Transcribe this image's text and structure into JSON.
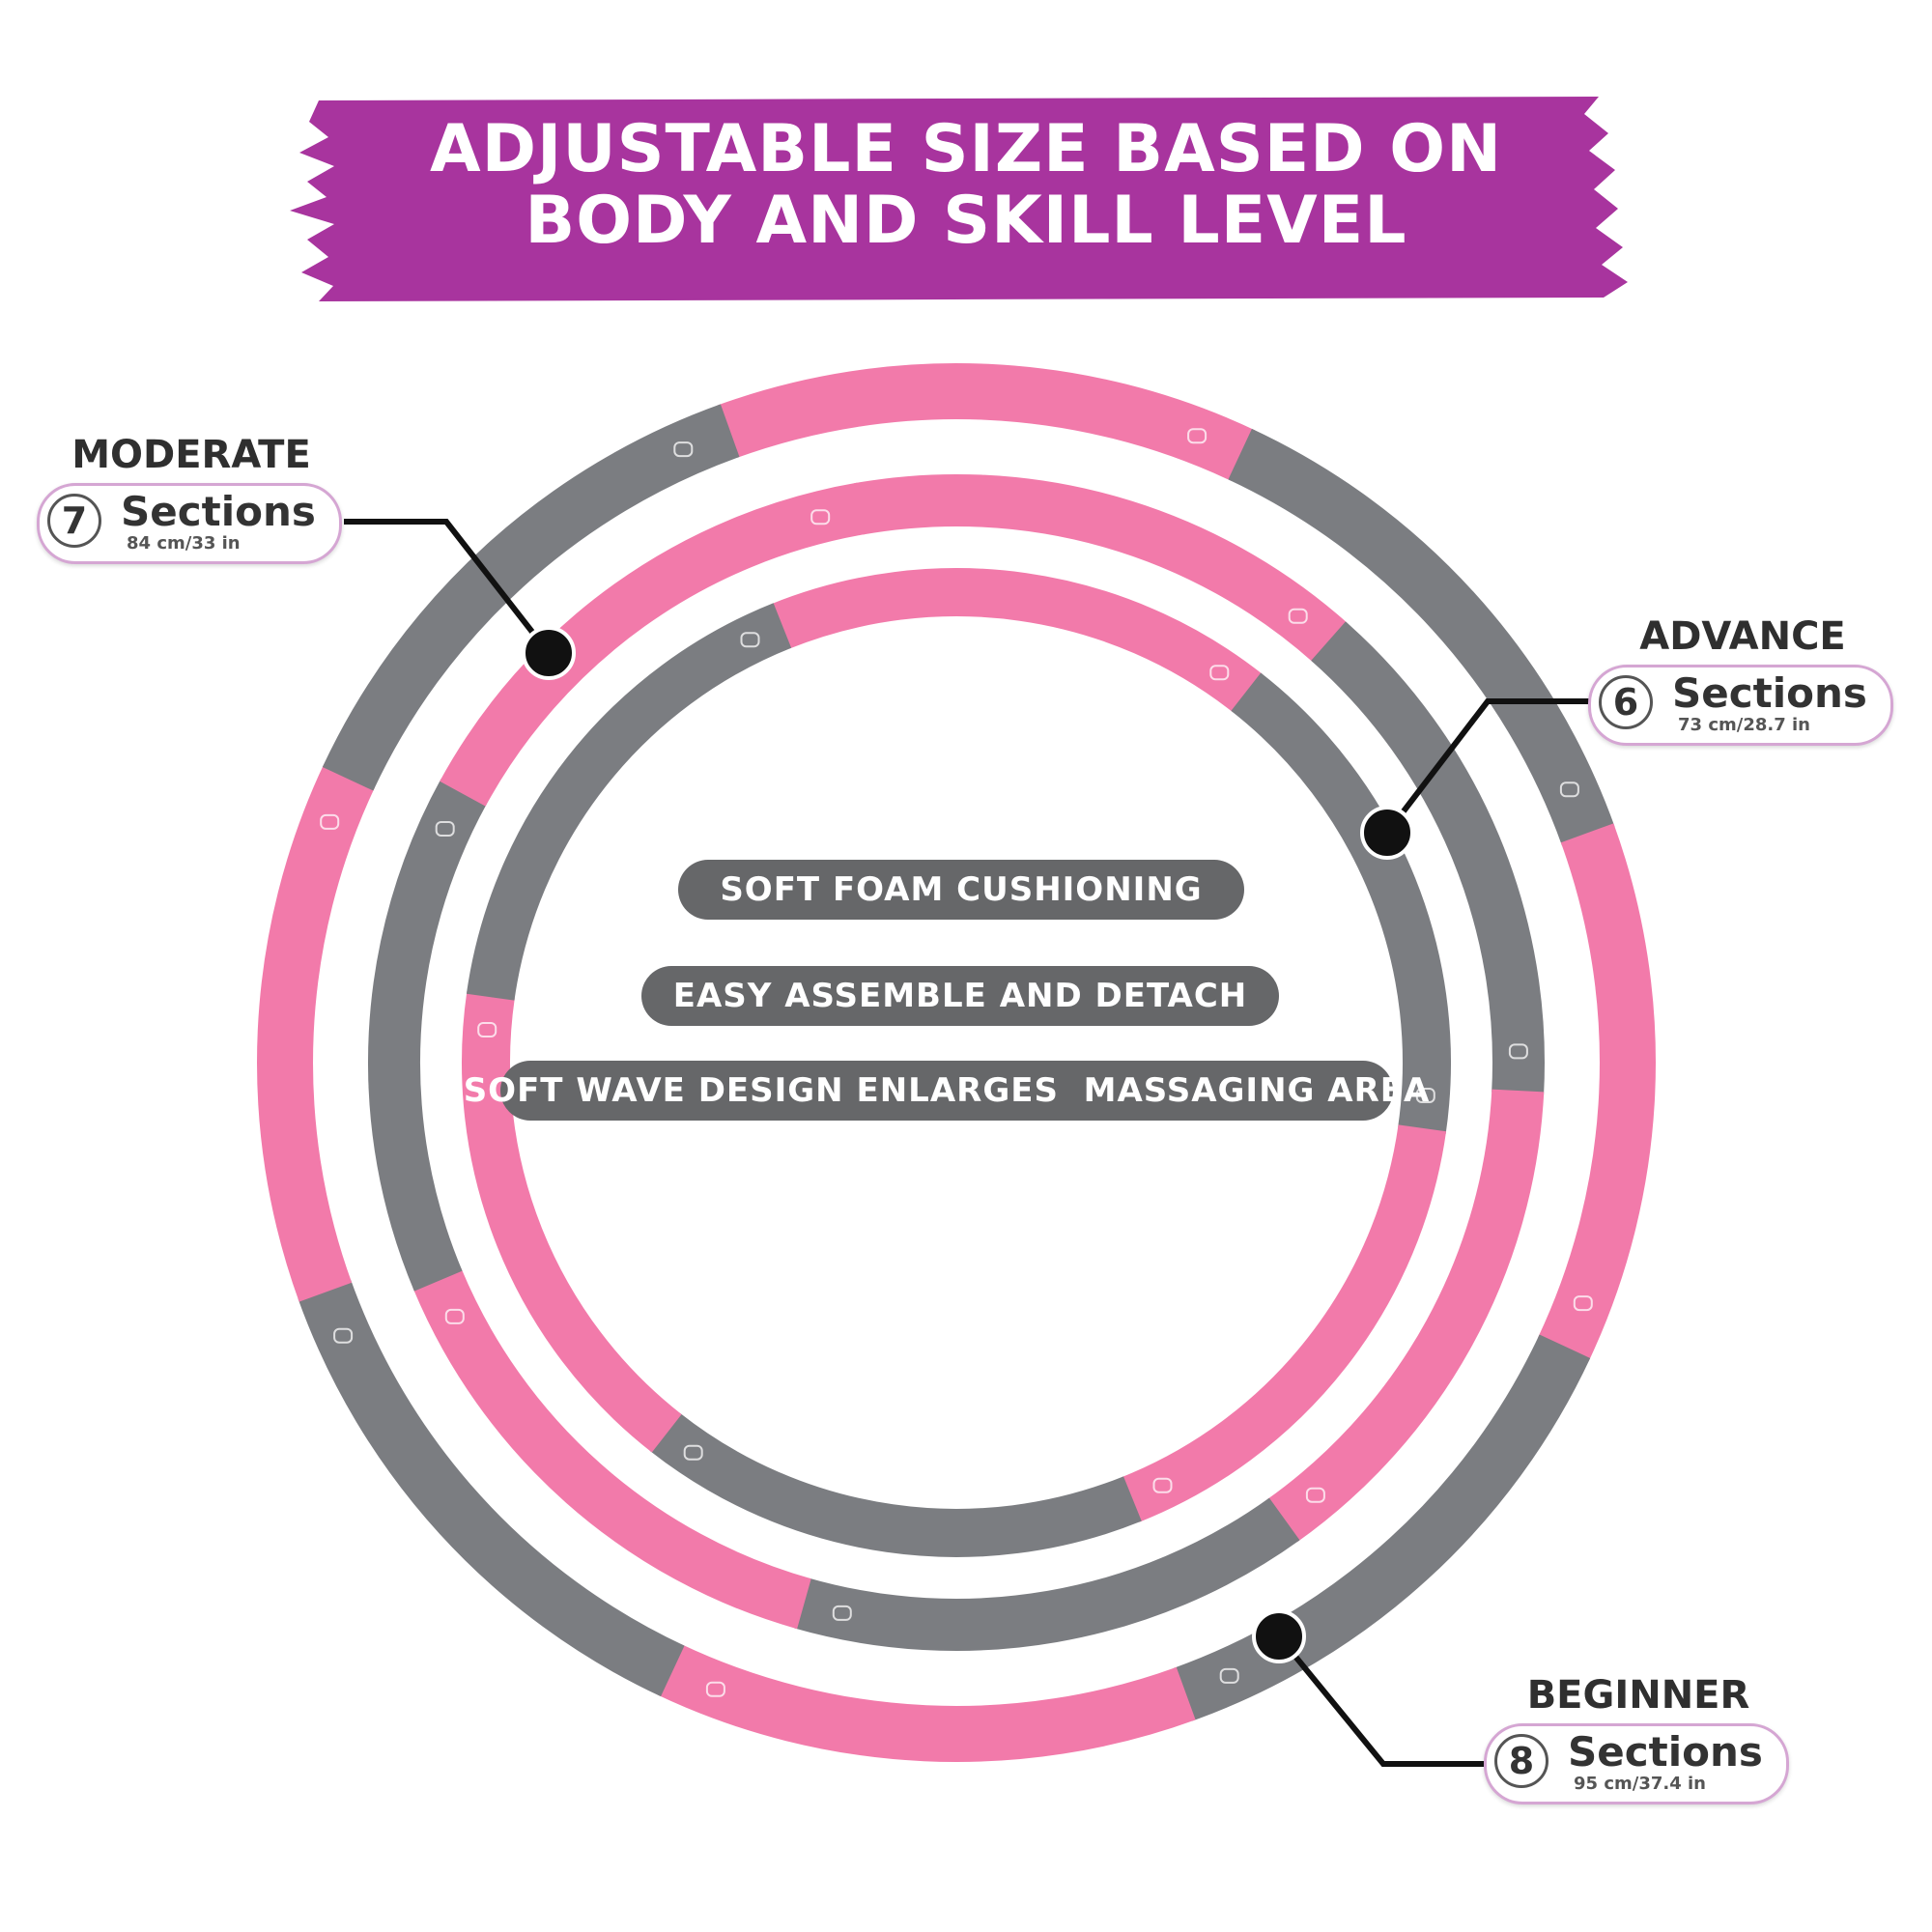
{
  "banner": {
    "line1": "ADJUSTABLE SIZE BASED ON",
    "line2": "BODY AND SKILL LEVEL",
    "color": "#a8349e"
  },
  "features": [
    "SOFT FOAM CUSHIONING",
    "EASY ASSEMBLE AND DETACH",
    "SOFT WAVE DESIGN ENLARGES  MASSAGING AREA"
  ],
  "levels": {
    "moderate": {
      "label": "MODERATE",
      "sections": "7",
      "word": "Sections",
      "size": "84 cm/33 in"
    },
    "advance": {
      "label": "ADVANCE",
      "sections": "6",
      "word": "Sections",
      "size": "73 cm/28.7 in"
    },
    "beginner": {
      "label": "BEGINNER",
      "sections": "8",
      "word": "Sections",
      "size": "95 cm/37.4 in"
    }
  },
  "colors": {
    "pink": "#f27aaa",
    "gray": "#7b7d81",
    "pill": "#666769",
    "callout_border": "#d5a6d3",
    "dot": "#111111"
  }
}
